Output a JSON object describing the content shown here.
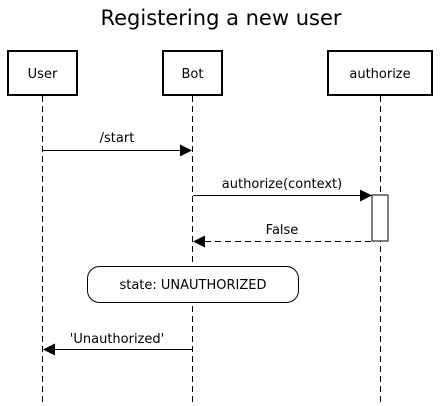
{
  "title": "Registering a new user",
  "participants": {
    "user": "User",
    "bot": "Bot",
    "authorize": "authorize"
  },
  "messages": {
    "start": "/start",
    "authorize_call": "authorize(context)",
    "authorize_return": "False",
    "unauthorized_reply": "'Unauthorized'"
  },
  "note": "state: UNAUTHORIZED",
  "colors": {
    "stroke": "#000000",
    "background": "#ffffff"
  }
}
